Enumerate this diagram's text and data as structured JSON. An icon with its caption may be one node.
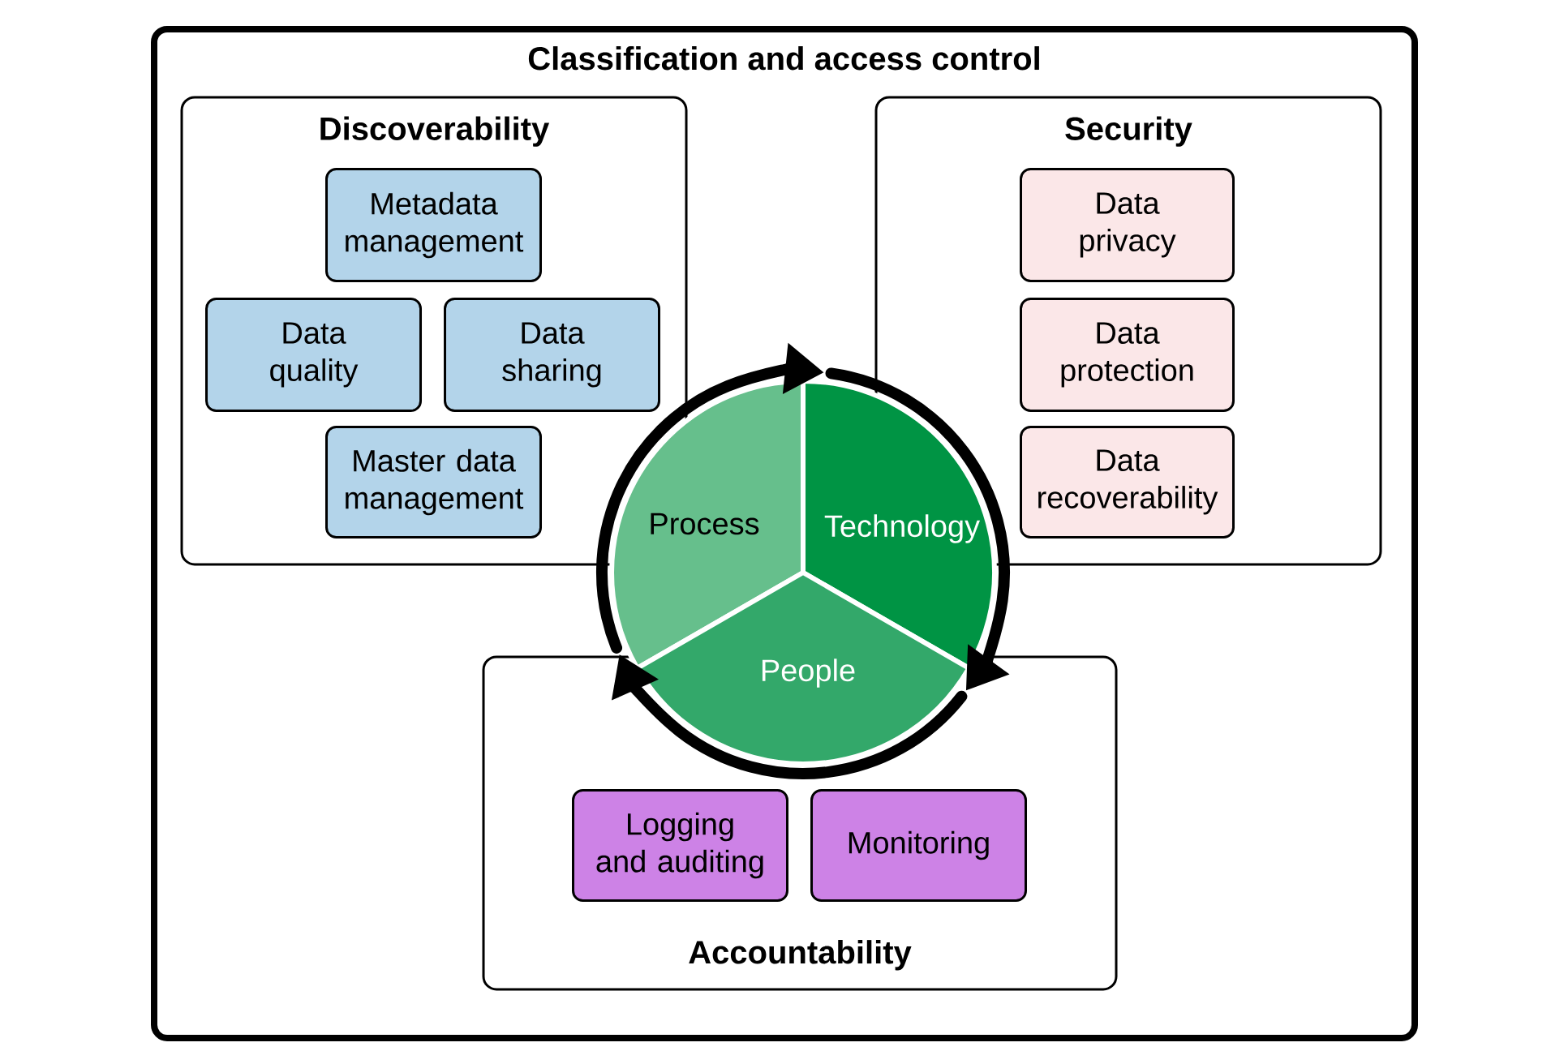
{
  "diagram": {
    "nodes": [
      {
        "text": [
          "Classification and access control"
        ]
      },
      {
        "text": [
          "Discoverability"
        ],
        "in": 0
      },
      {
        "text": [
          "Metadata management"
        ],
        "in": 1
      },
      {
        "text": [
          "Data quality"
        ],
        "in": 1
      },
      {
        "text": [
          "Data sharing"
        ],
        "in": 1
      },
      {
        "text": [
          "Master data management"
        ],
        "in": 1
      },
      {
        "text": [
          "Security"
        ],
        "in": 0
      },
      {
        "text": [
          "Data privacy"
        ],
        "in": 6
      },
      {
        "text": [
          "Data protection"
        ],
        "in": 6
      },
      {
        "text": [
          "Data recoverability"
        ],
        "in": 6
      },
      {
        "text": [
          "Accountability"
        ],
        "in": 0
      },
      {
        "text": [
          "Logging and auditing"
        ],
        "in": 10
      },
      {
        "text": [
          "Monitoring"
        ],
        "in": 10
      },
      {
        "text": [
          "Process"
        ],
        "in": 0
      },
      {
        "text": [
          "Technology"
        ],
        "in": 0
      },
      {
        "text": [
          "People"
        ],
        "in": 0
      }
    ],
    "edges": [
      {
        "from": 13,
        "to": 14,
        "arrow": "to"
      },
      {
        "from": 14,
        "to": 15,
        "arrow": "to"
      },
      {
        "from": 15,
        "to": 13,
        "arrow": "to"
      }
    ]
  }
}
